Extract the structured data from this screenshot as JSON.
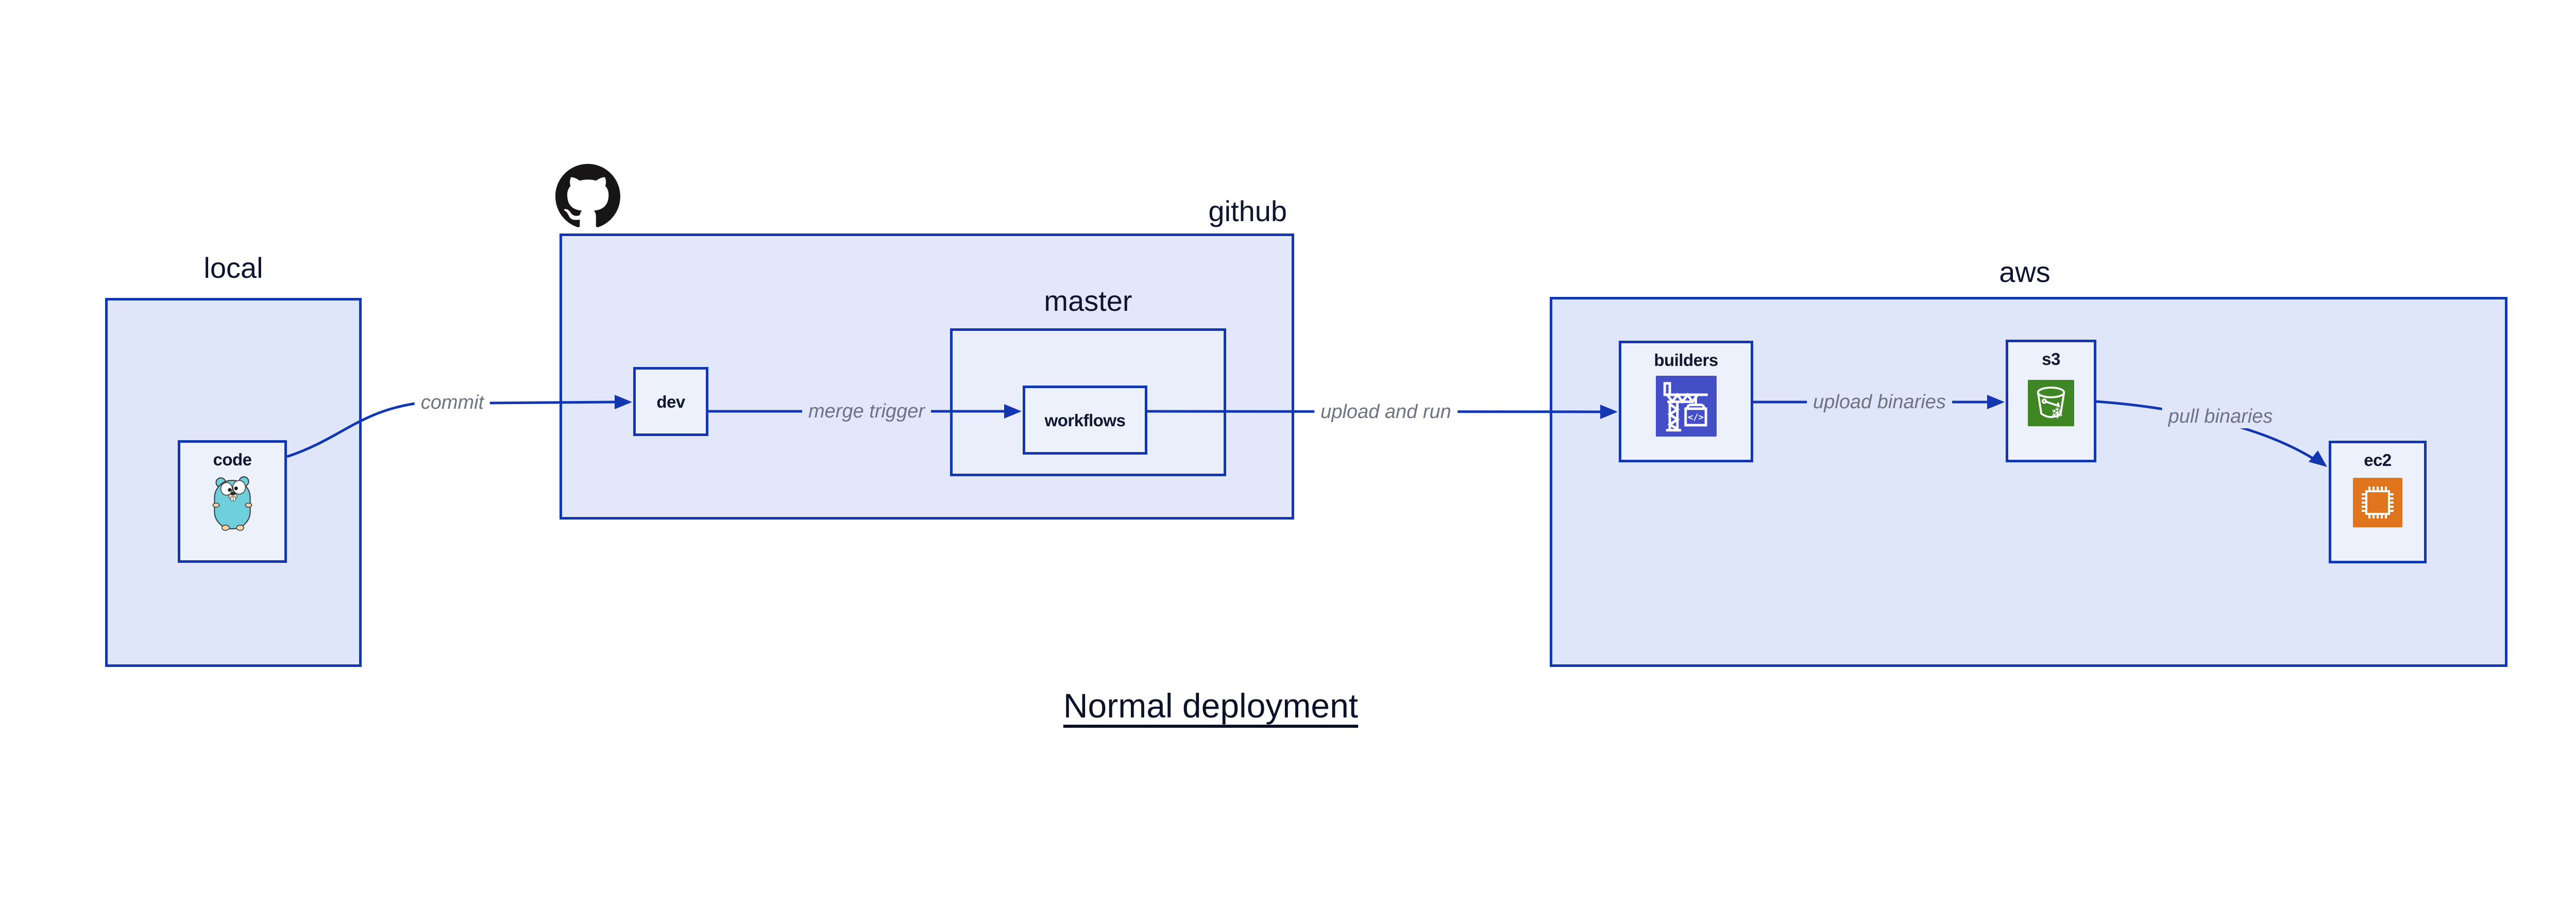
{
  "title": "Normal deployment",
  "containers": {
    "local": {
      "label": "local"
    },
    "github": {
      "label": "github"
    },
    "master": {
      "label": "master"
    },
    "aws": {
      "label": "aws"
    }
  },
  "nodes": {
    "code": {
      "label": "code"
    },
    "dev": {
      "label": "dev"
    },
    "workflows": {
      "label": "workflows"
    },
    "builders": {
      "label": "builders"
    },
    "s3": {
      "label": "s3"
    },
    "ec2": {
      "label": "ec2"
    }
  },
  "edges": {
    "commit": {
      "label": "commit"
    },
    "merge_trigger": {
      "label": "merge trigger"
    },
    "upload_and_run": {
      "label": "upload and run"
    },
    "upload_binaries": {
      "label": "upload binaries"
    },
    "pull_binaries": {
      "label": "pull binaries"
    }
  },
  "icons": {
    "github_logo": "octocat-icon",
    "code": "go-gopher-icon",
    "builders": "construction-crane-icon",
    "s3": "glacier-bucket-icon",
    "ec2": "cpu-chip-icon"
  },
  "icon_glyphs": {
    "code_tag": "</>",
    "snowflake": "❄"
  },
  "colors": {
    "line_blue": "#1337b1",
    "container_fill": "#e0e6f9",
    "master_fill": "#eaeefb",
    "node_fill": "#edf1fc",
    "label_gray": "#6d7380",
    "text_navy": "#0e1430",
    "builders_icon_bg": "#444fc7",
    "s3_icon_bg": "#3f8624",
    "ec2_icon_bg": "#e0751d",
    "gopher_teal": "#70cfdc",
    "octocat_black": "#171515"
  }
}
